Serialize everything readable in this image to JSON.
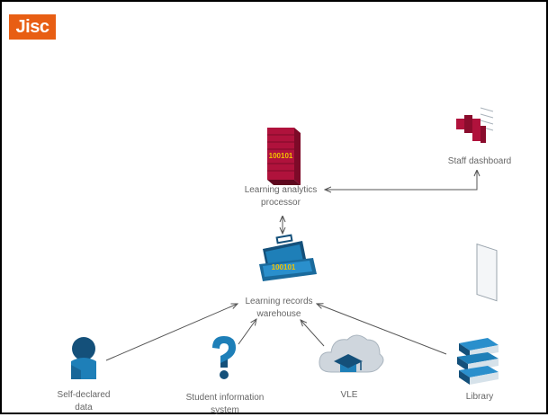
{
  "logo": {
    "text": "Jisc",
    "color": "#e85e13"
  },
  "nodes": {
    "processor": {
      "label_1": "Learning analytics",
      "label_2": "processor",
      "icon": "server-rack-icon",
      "code": "100101"
    },
    "warehouse": {
      "label_1": "Learning records",
      "label_2": "warehouse",
      "icon": "open-briefcase-icon",
      "code": "100101"
    },
    "dashboard": {
      "label": "Staff dashboard",
      "icon": "dashboard-document-icon"
    },
    "self_declared": {
      "label_1": "Self-declared",
      "label_2": "data",
      "icon": "person-icon"
    },
    "student_info": {
      "label_1": "Student information",
      "label_2": "system",
      "icon": "question-mark-icon"
    },
    "vle": {
      "label": "VLE",
      "icon": "cloud-graduation-cap-icon"
    },
    "library": {
      "label": "Library",
      "icon": "book-stack-icon"
    }
  },
  "colors": {
    "accent_blue": "#1e7fb8",
    "dark_blue": "#14507a",
    "rack_red": "#b0123c",
    "code_yellow": "#f2c200",
    "arrow": "#555555"
  }
}
